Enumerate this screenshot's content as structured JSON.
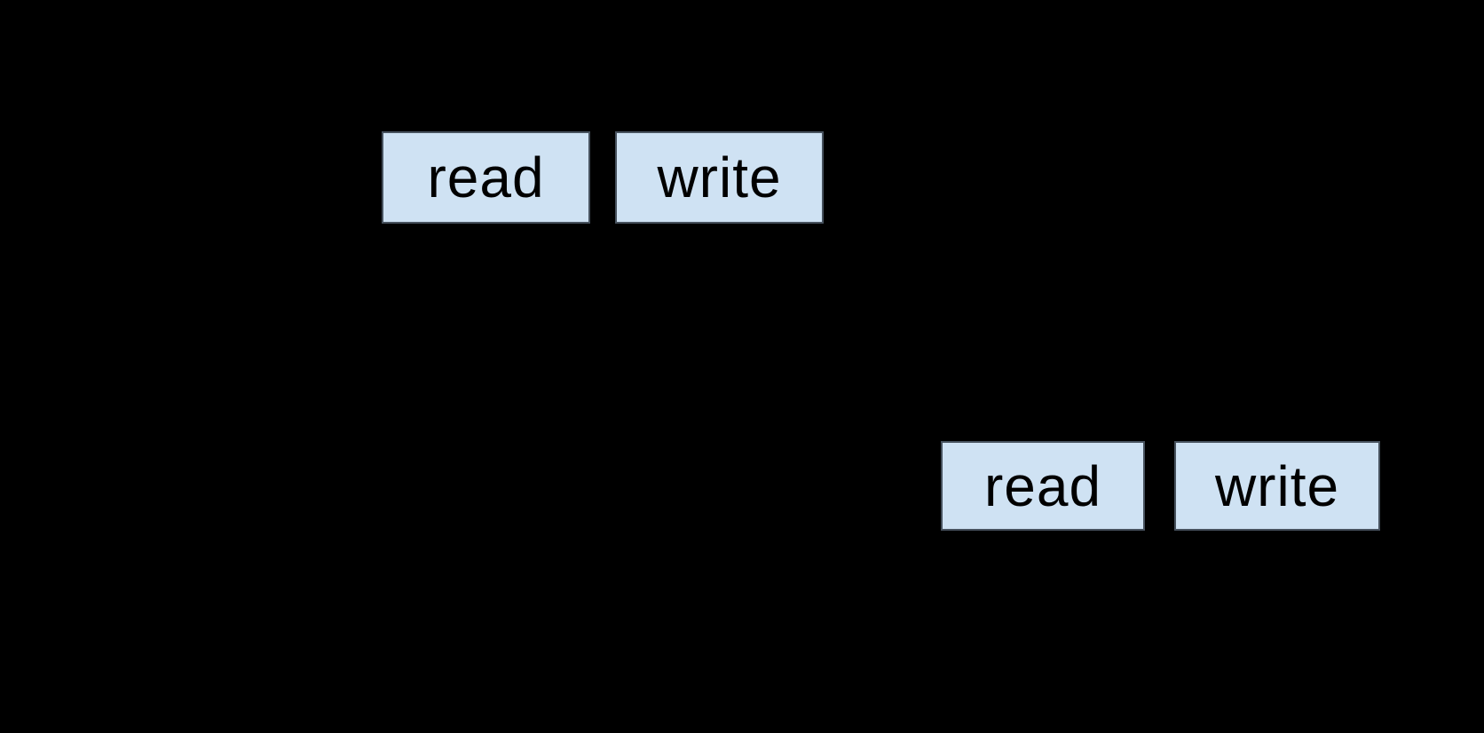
{
  "diagram": {
    "background_color": "#000000",
    "box_fill_color": "#cfe2f3",
    "box_border_color": "#47525e",
    "box_text_color": "#000000",
    "groups": [
      {
        "name": "upper-operation-pair",
        "boxes": [
          {
            "label": "read"
          },
          {
            "label": "write"
          }
        ]
      },
      {
        "name": "lower-operation-pair",
        "boxes": [
          {
            "label": "read"
          },
          {
            "label": "write"
          }
        ]
      }
    ]
  }
}
